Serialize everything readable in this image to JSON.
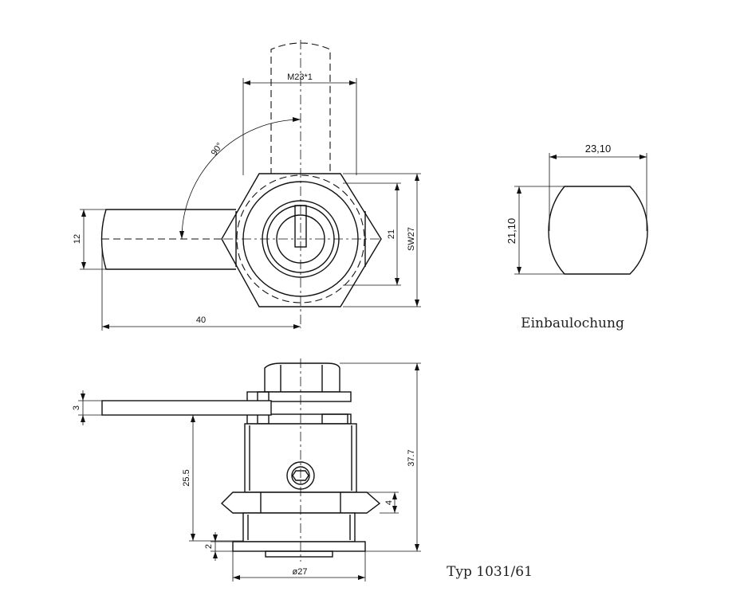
{
  "labels": {
    "thread": "M23*1",
    "angle": "90°",
    "lever_width": "12",
    "lever_length": "40",
    "inner_width": "21",
    "wrench_size": "SW27",
    "cutout_width": "23,10",
    "cutout_height": "21,10",
    "cutout_caption": "Einbaulochung",
    "lever_thickness": "3",
    "body_length": "25.5",
    "nut_height": "4",
    "total_length": "37.7",
    "flange_thickness": "2",
    "flange_diameter": "ø27",
    "type_caption": "Typ 1031/61"
  },
  "colors": {
    "line": "#111111",
    "background": "#ffffff"
  }
}
